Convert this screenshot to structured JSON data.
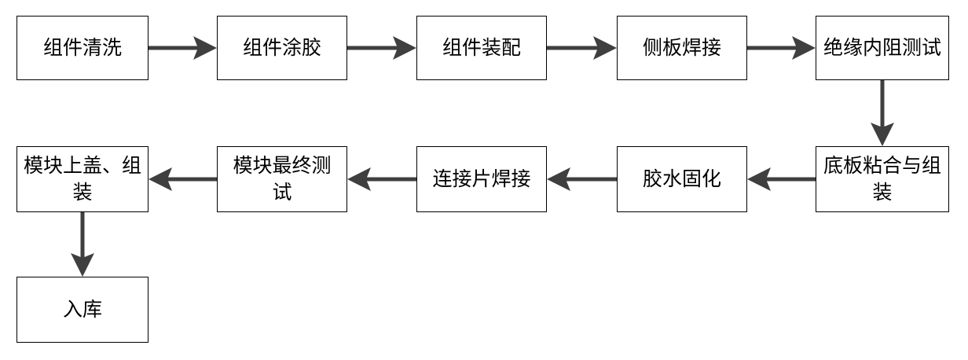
{
  "colors": {
    "box_border": "#000000",
    "arrow": "#3f3f3f",
    "text": "#000000"
  },
  "steps": [
    {
      "label": "组件清洗"
    },
    {
      "label": "组件涂胶"
    },
    {
      "label": "组件装配"
    },
    {
      "label": "侧板焊接"
    },
    {
      "label": "绝缘内阻测试"
    },
    {
      "label": "底板粘合与组装"
    },
    {
      "label": "胶水固化"
    },
    {
      "label": "连接片焊接"
    },
    {
      "label": "模块最终测试"
    },
    {
      "label": "模块上盖、组装"
    },
    {
      "label": "入库"
    }
  ],
  "flow": [
    {
      "from": "组件清洗",
      "to": "组件涂胶"
    },
    {
      "from": "组件涂胶",
      "to": "组件装配"
    },
    {
      "from": "组件装配",
      "to": "侧板焊接"
    },
    {
      "from": "侧板焊接",
      "to": "绝缘内阻测试"
    },
    {
      "from": "绝缘内阻测试",
      "to": "底板粘合与组装"
    },
    {
      "from": "底板粘合与组装",
      "to": "胶水固化"
    },
    {
      "from": "胶水固化",
      "to": "连接片焊接"
    },
    {
      "from": "连接片焊接",
      "to": "模块最终测试"
    },
    {
      "from": "模块最终测试",
      "to": "模块上盖、组装"
    },
    {
      "from": "模块上盖、组装",
      "to": "入库"
    }
  ]
}
